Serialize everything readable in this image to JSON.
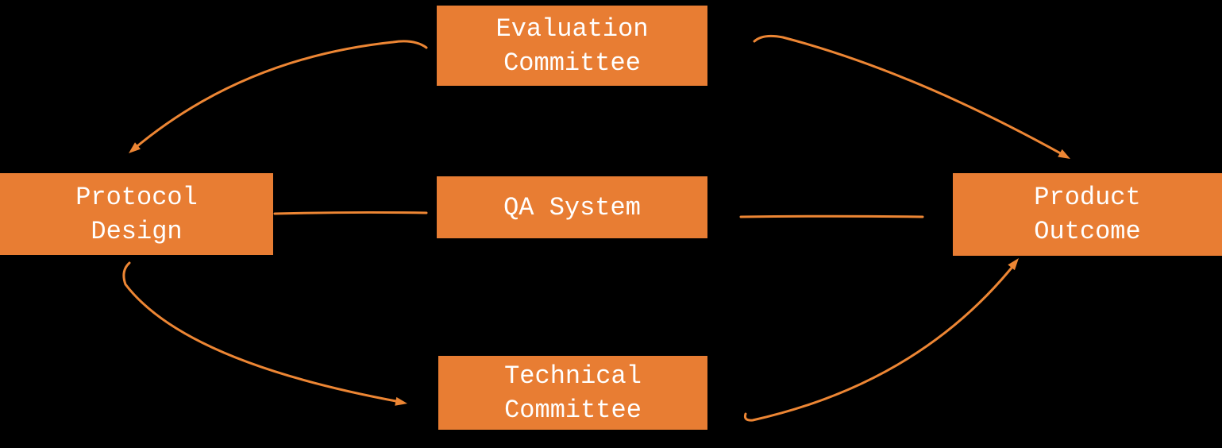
{
  "diagram": {
    "colors": {
      "background": "#000000",
      "node_fill": "#E87D33",
      "node_text": "#FFFFFF",
      "connector": "#ED8634"
    },
    "nodes": [
      {
        "id": "evaluation-committee",
        "label": "Evaluation\nCommittee"
      },
      {
        "id": "protocol-design",
        "label": "Protocol\nDesign"
      },
      {
        "id": "qa-system",
        "label": "QA System"
      },
      {
        "id": "product-outcome",
        "label": "Product\nOutcome"
      },
      {
        "id": "technical-committee",
        "label": "Technical\nCommittee"
      }
    ],
    "edges": [
      {
        "from": "evaluation-committee",
        "to": "protocol-design",
        "style": "curved-arrow"
      },
      {
        "from": "evaluation-committee",
        "to": "product-outcome",
        "style": "curved-arrow"
      },
      {
        "from": "protocol-design",
        "to": "technical-committee",
        "style": "curved-arrow"
      },
      {
        "from": "technical-committee",
        "to": "product-outcome",
        "style": "curved-arrow"
      },
      {
        "from": "protocol-design",
        "to": "qa-system",
        "style": "straight-line"
      },
      {
        "from": "qa-system",
        "to": "product-outcome",
        "style": "straight-line"
      }
    ]
  }
}
